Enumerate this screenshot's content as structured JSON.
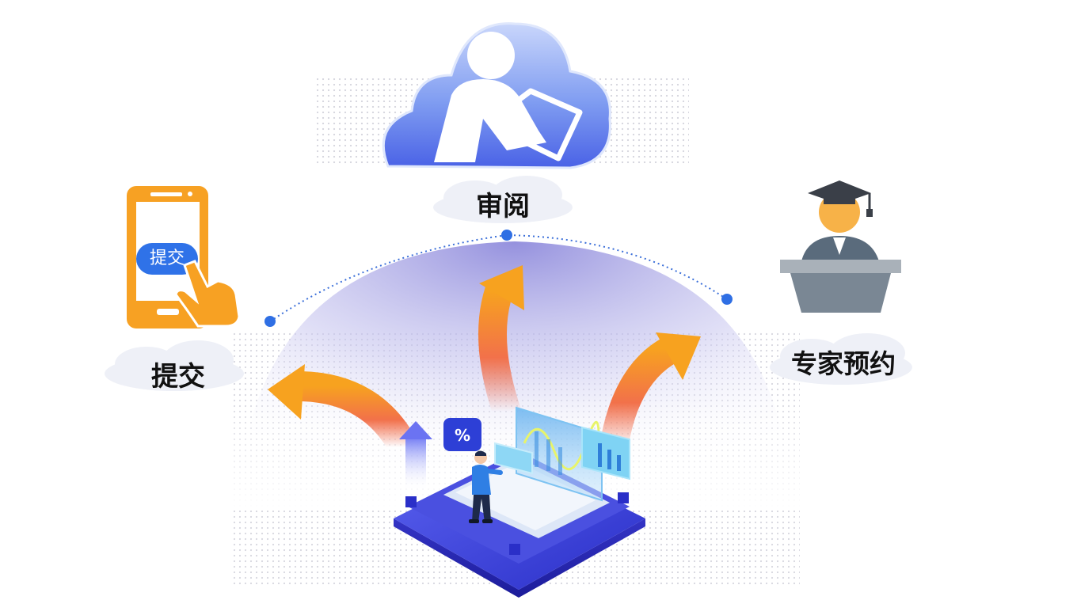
{
  "nodes": {
    "review": {
      "label": "审阅"
    },
    "submit": {
      "label": "提交",
      "button_text": "提交"
    },
    "expert": {
      "label": "专家预约"
    }
  },
  "widgets": {
    "percent_badge": "%"
  },
  "colors": {
    "primary_blue": "#2f6fe4",
    "orange": "#f5a024",
    "dome_purple": "#a7a4e6",
    "platform_blue": "#3b3bd9",
    "cloud_blue": "#7d9af0"
  },
  "icons": [
    "review-cloud-icon",
    "phone-submit-icon",
    "expert-podium-icon",
    "arrow-icon",
    "platform-illustration"
  ]
}
